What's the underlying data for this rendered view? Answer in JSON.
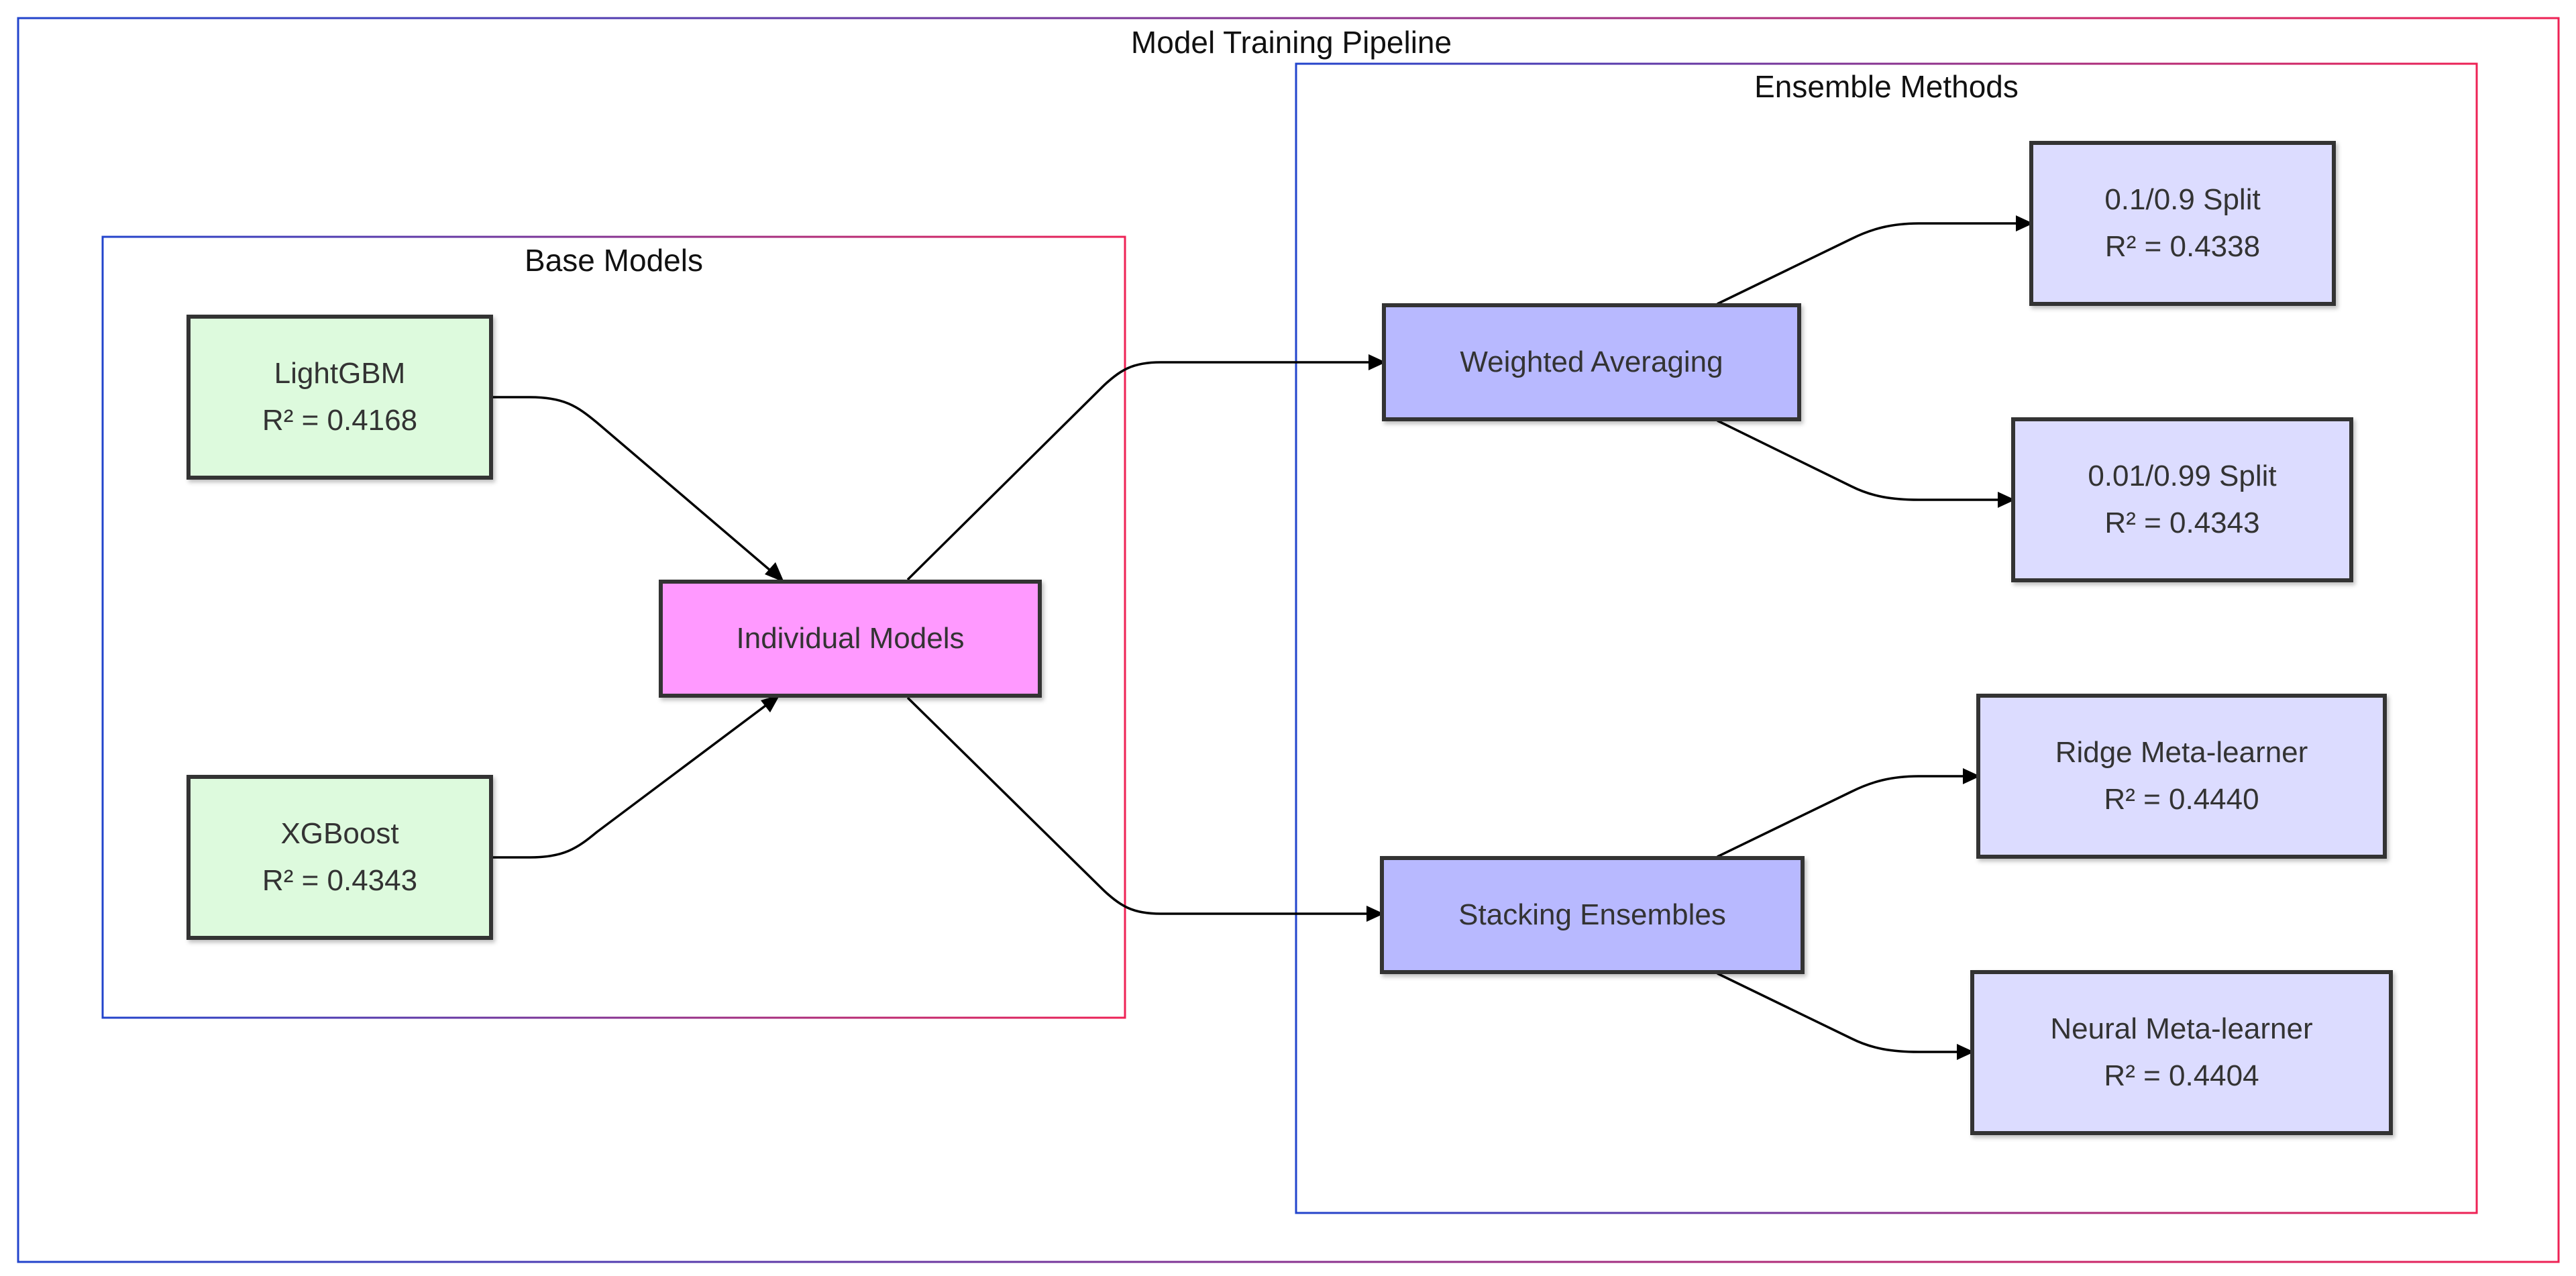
{
  "title": "Model Training Pipeline",
  "clusters": {
    "base": "Base Models",
    "ensemble": "Ensemble Methods"
  },
  "nodes": {
    "lightgbm": {
      "name": "LightGBM",
      "score": "R² = 0.4168"
    },
    "xgboost": {
      "name": "XGBoost",
      "score": "R² = 0.4343"
    },
    "individual": {
      "name": "Individual Models"
    },
    "weighted": {
      "name": "Weighted Averaging"
    },
    "stacking": {
      "name": "Stacking Ensembles"
    },
    "split_01": {
      "name": "0.1/0.9 Split",
      "score": "R² = 0.4338"
    },
    "split_001": {
      "name": "0.01/0.99 Split",
      "score": "R² = 0.4343"
    },
    "ridge": {
      "name": "Ridge Meta-learner",
      "score": "R² = 0.4440"
    },
    "neural": {
      "name": "Neural Meta-learner",
      "score": "R² = 0.4404"
    }
  },
  "colors": {
    "cluster_gradient_start": "#2244cc",
    "cluster_gradient_end": "#ee2255",
    "base_model_fill": "#ddfadd",
    "hub_fill": "#ff99ff",
    "method_fill": "#b8b9ff",
    "result_fill": "#dcdcff",
    "node_border": "#333333"
  }
}
